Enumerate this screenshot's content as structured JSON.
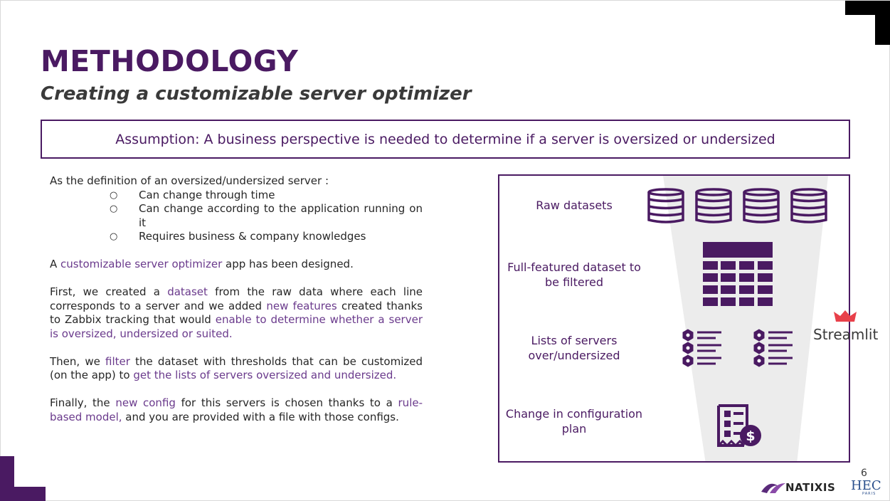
{
  "slide": {
    "title": "METHODOLOGY",
    "subtitle": "Creating a customizable server optimizer",
    "assumption": "Assumption: A business perspective is needed to determine if a server is oversized or undersized",
    "page_number": "6"
  },
  "body": {
    "intro": "As the definition of an oversized/undersized server :",
    "bullets": [
      "Can change through time",
      "Can change according to the application running on it",
      "Requires business & company knowledges"
    ],
    "p1": {
      "a": "A ",
      "b": "customizable server optimizer",
      "c": " app has been designed."
    },
    "p2": {
      "a": "First, we created a ",
      "b": "dataset",
      "c": " from the raw data where each line corresponds to a server and we added ",
      "d": "new features",
      "e": " created thanks to Zabbix tracking that would ",
      "f": "enable to determine whether a server is oversized, undersized or suited."
    },
    "p3": {
      "a": "Then, we ",
      "b": "filter",
      "c": " the dataset with thresholds that can be customized (on the app) to ",
      "d": "get the lists of servers oversized and undersized."
    },
    "p4": {
      "a": "Finally, the ",
      "b": "new config",
      "c": " for this servers is chosen thanks to a ",
      "d": "rule-based model,",
      "e": " and you are provided with a file with those configs."
    }
  },
  "pipeline": {
    "steps": [
      {
        "label": "Raw datasets",
        "icon": "database-icon"
      },
      {
        "label": "Full-featured dataset to be filtered",
        "icon": "table-icon"
      },
      {
        "label": "Lists of servers over/undersized",
        "icon": "list-icon"
      },
      {
        "label": "Change in configuration plan",
        "icon": "invoice-dollar-icon"
      }
    ]
  },
  "logos": {
    "streamlit": "Streamlit",
    "natixis": "NATIXIS",
    "hec": "HEC",
    "hec_sub": "PARIS"
  },
  "colors": {
    "brand_purple": "#4a1a62",
    "highlight_purple": "#6a3a8c",
    "funnel_gray": "#ececec",
    "streamlit_red": "#e8404a"
  }
}
